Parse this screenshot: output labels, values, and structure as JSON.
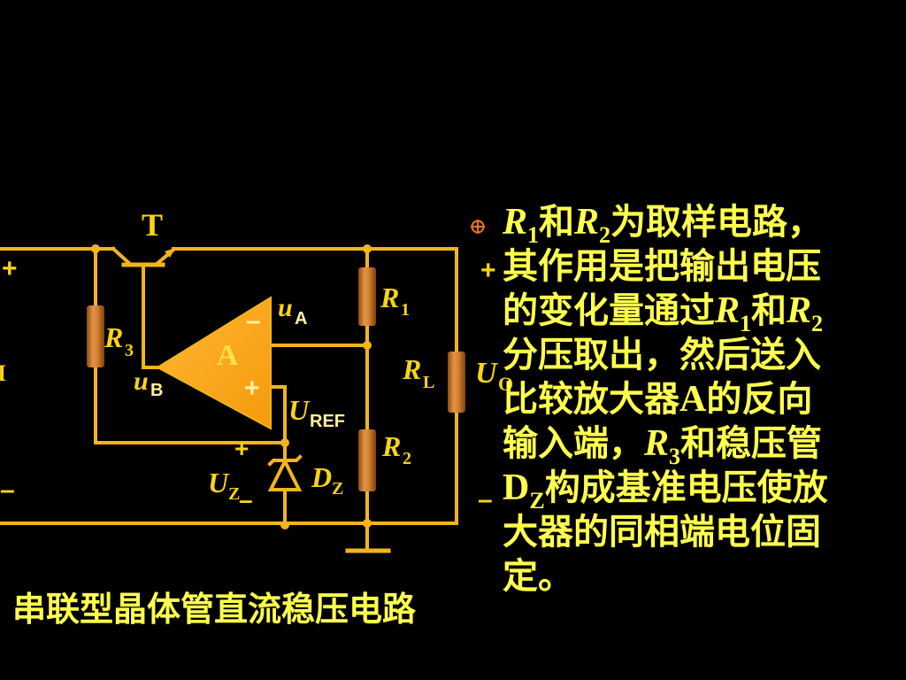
{
  "colors": {
    "background": "#000000",
    "wire": "#F2B51B",
    "label": "#F7D417",
    "text": "#FFFF4D",
    "opamp_fill": "#FFA31A",
    "resistor": "#D4822E",
    "bullet": "#E8701E"
  },
  "circuit": {
    "transistor": "T",
    "opamp": {
      "name": "A",
      "minus": "–",
      "plus": "+"
    },
    "r1": {
      "symbol": "R",
      "sub": "1"
    },
    "r2": {
      "symbol": "R",
      "sub": "2"
    },
    "r3": {
      "symbol": "R",
      "sub": "3"
    },
    "rl": {
      "symbol": "R",
      "sub": "L"
    },
    "ua": {
      "symbol": "u",
      "sub": "A"
    },
    "ub": {
      "symbol": "u",
      "sub": "B"
    },
    "uref": {
      "symbol": "U",
      "sub": "REF"
    },
    "dz": {
      "symbol": "D",
      "sub": "Z"
    },
    "uz": {
      "plus": "+",
      "symbol": "U",
      "sub": "Z",
      "minus": "–"
    },
    "input": {
      "plus": "+",
      "label": "I",
      "minus": "–"
    },
    "output": {
      "plus": "+",
      "symbol": "U",
      "sub": "O",
      "minus": "–"
    }
  },
  "notes": {
    "bullet_icon": "circled-cross-bullet",
    "lines": [
      [
        "R",
        "1",
        "和",
        "R",
        "2",
        "为取样电路，"
      ],
      [
        "其作用是把输出电压"
      ],
      [
        "的变化量通过",
        "R",
        "1",
        "和",
        "R",
        "2"
      ],
      [
        "分压取出，然后送入"
      ],
      [
        "比较放大器",
        "A",
        "的反向"
      ],
      [
        "输入端，",
        "R",
        "3",
        "和稳压管"
      ],
      [
        "D",
        "Z",
        "构成基准电压使放"
      ],
      [
        "大器的同相端电位固"
      ],
      [
        "定。"
      ]
    ]
  },
  "caption": "串联型晶体管直流稳压电路"
}
